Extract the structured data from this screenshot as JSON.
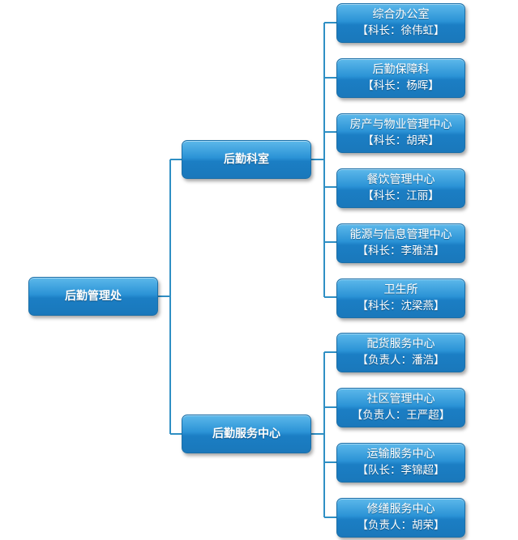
{
  "root": {
    "label": "后勤管理处"
  },
  "departments": [
    {
      "label": "后勤科室",
      "units": [
        {
          "name": "综合办公室",
          "head": "【科长：徐伟虹】"
        },
        {
          "name": "后勤保障科",
          "head": "【科长：杨晖】"
        },
        {
          "name": "房产与物业管理中心",
          "head": "【科长：胡荣】"
        },
        {
          "name": "餐饮管理中心",
          "head": "【科长：江丽】"
        },
        {
          "name": "能源与信息管理中心",
          "head": "【科长：李雅洁】"
        },
        {
          "name": "卫生所",
          "head": "【科长：沈梁燕】"
        }
      ]
    },
    {
      "label": "后勤服务中心",
      "units": [
        {
          "name": "配货服务中心",
          "head": "【负责人：潘浩】"
        },
        {
          "name": "社区管理中心",
          "head": "【负责人：王严超】"
        },
        {
          "name": "运输服务中心",
          "head": "【队长：李锦超】"
        },
        {
          "name": "修缮服务中心",
          "head": "【负责人：胡荣】"
        }
      ]
    }
  ],
  "colors": {
    "connector": "#2f8fc4",
    "node_top": "#5cb8ea",
    "node_bottom": "#1a78bb"
  }
}
